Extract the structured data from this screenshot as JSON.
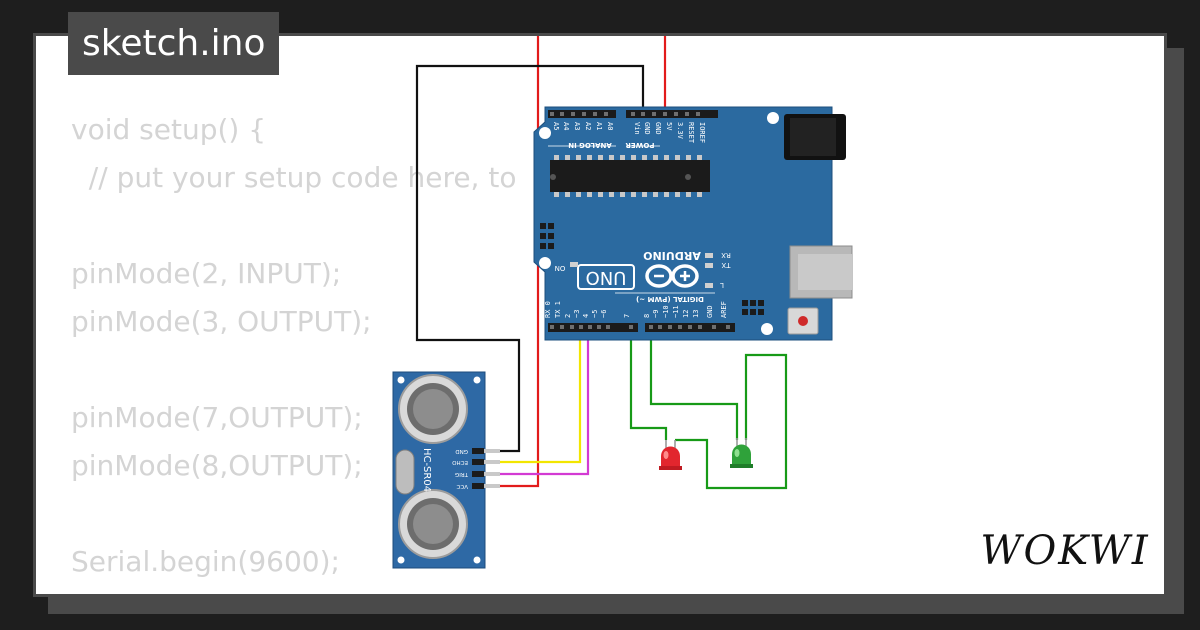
{
  "tab": {
    "filename": "sketch.ino"
  },
  "code_lines": [
    "void setup() {",
    "  // put your setup code here, to",
    "",
    "pinMode(2, INPUT);",
    "pinMode(3, OUTPUT);",
    "",
    "pinMode(7,OUTPUT);",
    "pinMode(8,OUTPUT);",
    "",
    "Serial.begin(9600);"
  ],
  "board": {
    "name": "ARDUINO",
    "model": "UNO",
    "on_label": "ON",
    "tx_label": "TX",
    "rx_label": "RX",
    "l_label": "L",
    "analog_label": "ANALOG IN",
    "power_label": "POWER",
    "digital_label": "DIGITAL (PWM ~)",
    "top_pins": [
      "A5",
      "A4",
      "A3",
      "A2",
      "A1",
      "A0",
      "Vin",
      "GND",
      "GND",
      "5V",
      "3.3V",
      "RESET",
      "IOREF"
    ],
    "bottom_pins": [
      "RX 0",
      "TX 1",
      "2",
      "~3",
      "4",
      "~5",
      "~6",
      "7",
      "8",
      "~9",
      "~10",
      "~11",
      "12",
      "13",
      "GND",
      "AREF"
    ]
  },
  "sensor": {
    "model": "HC-SR04",
    "pins": [
      "GND",
      "ECHO",
      "TRIG",
      "VCC"
    ]
  },
  "leds": [
    {
      "color": "red"
    },
    {
      "color": "green"
    }
  ],
  "brand": {
    "logo": "WOKWI"
  },
  "colors": {
    "board": "#2b6aa0",
    "wire_red": "#e21b1b",
    "wire_black": "#111111",
    "wire_yellow": "#f2e600",
    "wire_magenta": "#d33ad3",
    "wire_green": "#179a17",
    "code_text": "#d4d4d4",
    "tab_bg": "#4a4a4a"
  }
}
